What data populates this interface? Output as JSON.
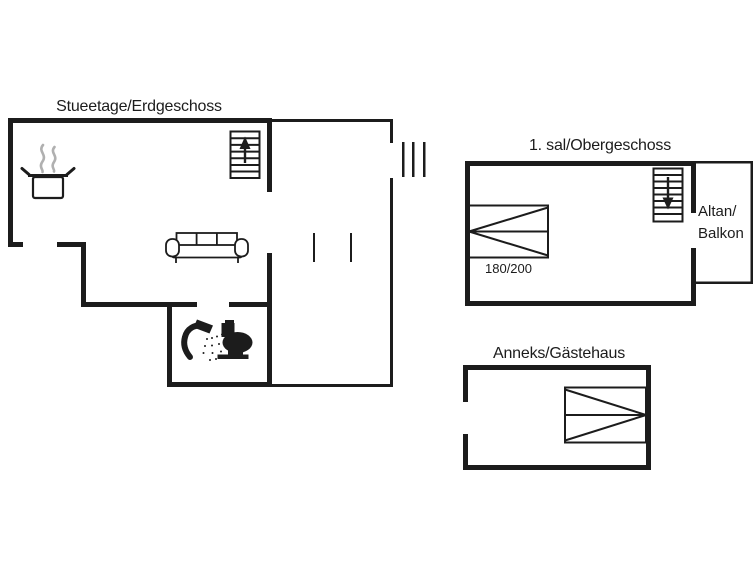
{
  "colors": {
    "line": "#1c1c1c",
    "background": "#ffffff",
    "steam_gray": "#b0b0b0"
  },
  "ground_floor": {
    "title": "Stueetage/Erdgeschoss",
    "icons": [
      "pot-steam-icon",
      "staircase-up-icon",
      "sofa-icon",
      "shower-icon",
      "toilet-icon"
    ]
  },
  "upper_floor": {
    "title": "1. sal/Obergeschoss",
    "bed_size_label": "180/200",
    "balcony_label_line1": "Altan/",
    "balcony_label_line2": "Balkon",
    "icons": [
      "staircase-down-icon",
      "double-bed-icon"
    ]
  },
  "annex": {
    "title": "Anneks/Gästehaus",
    "icons": [
      "double-bed-icon"
    ]
  }
}
